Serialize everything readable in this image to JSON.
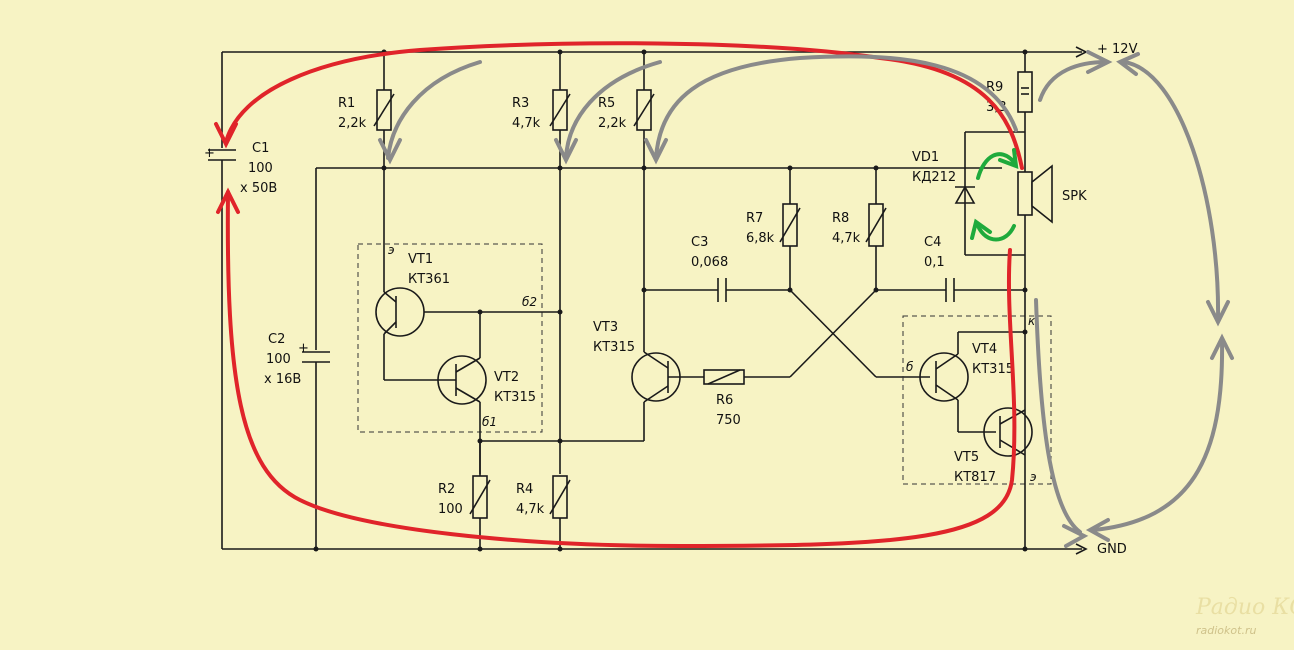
{
  "rails": {
    "vplus": "+ 12V",
    "gnd": "GND"
  },
  "components": {
    "r1": {
      "name": "R1",
      "value": "2,2k"
    },
    "r2": {
      "name": "R2",
      "value": "100"
    },
    "r3": {
      "name": "R3",
      "value": "4,7k"
    },
    "r4": {
      "name": "R4",
      "value": "4,7k"
    },
    "r5": {
      "name": "R5",
      "value": "2,2k"
    },
    "r6": {
      "name": "R6",
      "value": "750"
    },
    "r7": {
      "name": "R7",
      "value": "6,8k"
    },
    "r8": {
      "name": "R8",
      "value": "4,7k"
    },
    "r9": {
      "name": "R9",
      "value": "3,3"
    },
    "c1": {
      "name": "C1",
      "value": "100",
      "voltage": "x 50В"
    },
    "c2": {
      "name": "C2",
      "value": "100",
      "voltage": "x 16В"
    },
    "c3": {
      "name": "C3",
      "value": "0,068"
    },
    "c4": {
      "name": "C4",
      "value": "0,1"
    },
    "vt1": {
      "name": "VT1",
      "type": "КТ361"
    },
    "vt2": {
      "name": "VT2",
      "type": "КТ315"
    },
    "vt3": {
      "name": "VT3",
      "type": "КТ315"
    },
    "vt4": {
      "name": "VT4",
      "type": "КТ315"
    },
    "vt5": {
      "name": "VT5",
      "type": "КТ817"
    },
    "vd1": {
      "name": "VD1",
      "type": "КД212"
    },
    "spk": {
      "name": "SPK"
    }
  },
  "pins": {
    "e1": "э",
    "b2": "б2",
    "b1": "б1",
    "b4": "б",
    "k4": "к",
    "e5": "э"
  },
  "watermark": {
    "logo": "Радио КОТ",
    "url": "radiokot.ru"
  },
  "colors": {
    "background": "#f7f3c4",
    "red_path": "#e0242a",
    "grey_path": "#8a8a8a",
    "green_path": "#1faa3c"
  }
}
